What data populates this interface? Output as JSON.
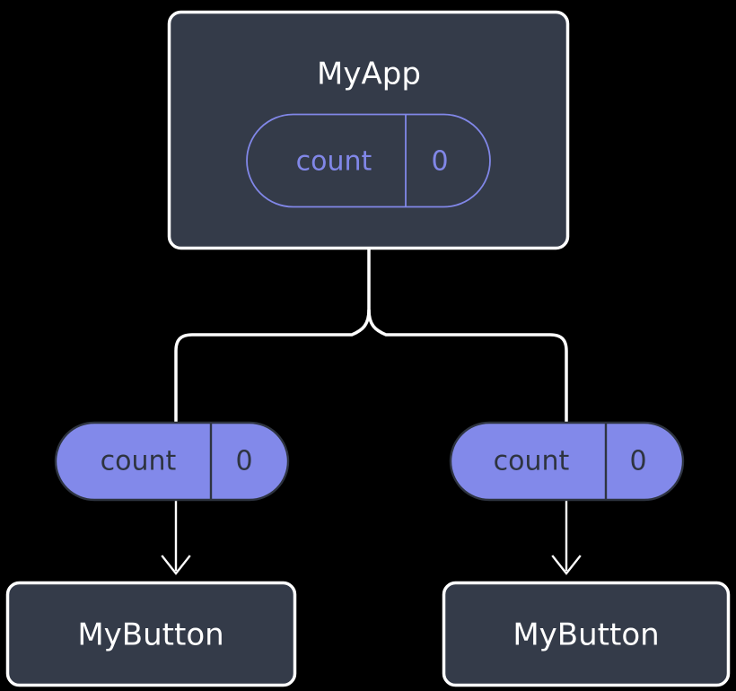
{
  "diagram": {
    "background_color": "#000000",
    "node_fill": "#343b49",
    "node_border": "#ffffff",
    "accent_color": "#8187e8",
    "pill_fill": "#8289ea",
    "pill_text_dark": "#2e3440",
    "connector_color": "#ffffff",
    "root": {
      "title": "MyApp",
      "state": {
        "key": "count",
        "value": "0"
      }
    },
    "branches": [
      {
        "prop": {
          "key": "count",
          "value": "0"
        },
        "child": {
          "title": "MyButton"
        }
      },
      {
        "prop": {
          "key": "count",
          "value": "0"
        },
        "child": {
          "title": "MyButton"
        }
      }
    ]
  }
}
